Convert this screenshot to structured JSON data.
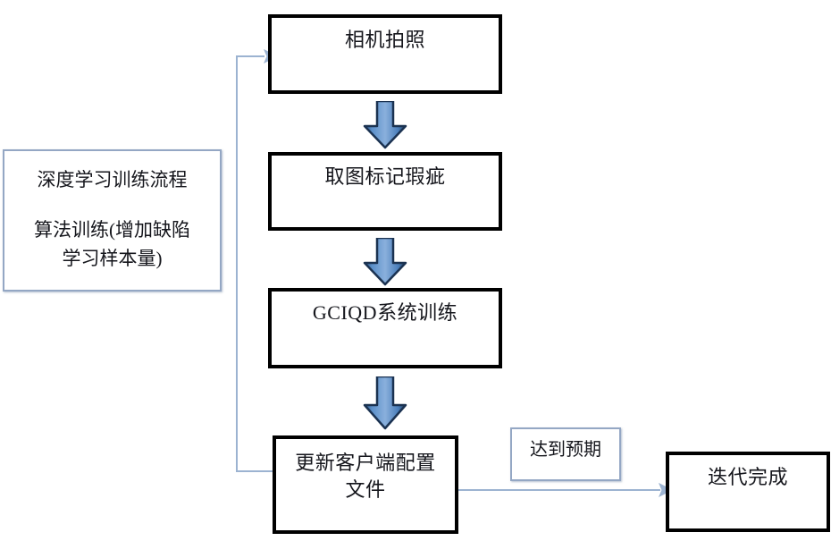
{
  "diagram": {
    "title_hidden": "",
    "colors": {
      "box_border": "#000000",
      "thin_border": "#94a7c4",
      "arrow_fill": "#4a7ebb",
      "arrow_edge": "#1f3864",
      "connector": "#9cb3d1",
      "text": "#15161c"
    },
    "side_note": {
      "line1": "深度学习训练流程",
      "line2": "算法训练(增加缺陷",
      "line3": "学习样本量)"
    },
    "nodes": [
      {
        "id": "camera",
        "label": "相机拍照"
      },
      {
        "id": "mark",
        "label": "取图标记瑕疵"
      },
      {
        "id": "train",
        "label": "GCIQD系统训练"
      },
      {
        "id": "update",
        "label": "更新客户端配置\n文件"
      },
      {
        "id": "done",
        "label": "迭代完成"
      }
    ],
    "edge_labels": [
      {
        "id": "expect",
        "label": "达到预期"
      }
    ],
    "arrows": [
      {
        "id": "arrow-camera-to-mark",
        "kind": "block-arrow-down"
      },
      {
        "id": "arrow-mark-to-train",
        "kind": "block-arrow-down"
      },
      {
        "id": "arrow-train-to-update",
        "kind": "block-arrow-down"
      },
      {
        "id": "arrow-update-to-done",
        "kind": "line-arrow-right"
      },
      {
        "id": "arrow-feedback-loop",
        "kind": "line-arrow-feedback"
      }
    ]
  }
}
